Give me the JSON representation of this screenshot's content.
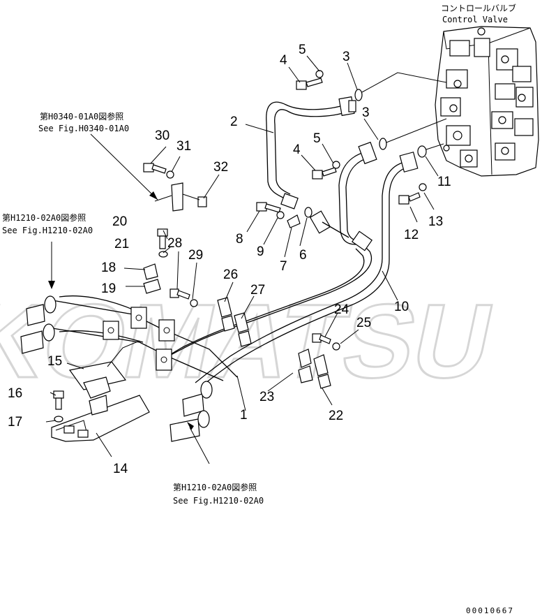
{
  "watermark": "KOMATSU",
  "references": {
    "control_valve_jp": "コントロールバルブ",
    "control_valve_en": "Control Valve",
    "ref_h0340_jp": "第H0340-01A0図参照",
    "ref_h0340_en": "See Fig.H0340-01A0",
    "ref_h1210_left_jp": "第H1210-02A0図参照",
    "ref_h1210_left_en": "See Fig.H1210-02A0",
    "ref_h1210_bottom_jp": "第H1210-02A0図参照",
    "ref_h1210_bottom_en": "See Fig.H1210-02A0"
  },
  "part_labels": {
    "p1": "1",
    "p2": "2",
    "p3a": "3",
    "p3b": "3",
    "p4a": "4",
    "p4b": "4",
    "p5a": "5",
    "p5b": "5",
    "p6": "6",
    "p7": "7",
    "p8": "8",
    "p9": "9",
    "p10": "10",
    "p11": "11",
    "p12": "12",
    "p13": "13",
    "p14": "14",
    "p15": "15",
    "p16": "16",
    "p17": "17",
    "p18": "18",
    "p19": "19",
    "p20": "20",
    "p21": "21",
    "p22": "22",
    "p23": "23",
    "p24": "24",
    "p25": "25",
    "p26": "26",
    "p27": "27",
    "p28": "28",
    "p29": "29",
    "p30": "30",
    "p31": "31",
    "p32": "32"
  },
  "drawing_code": "00010667"
}
